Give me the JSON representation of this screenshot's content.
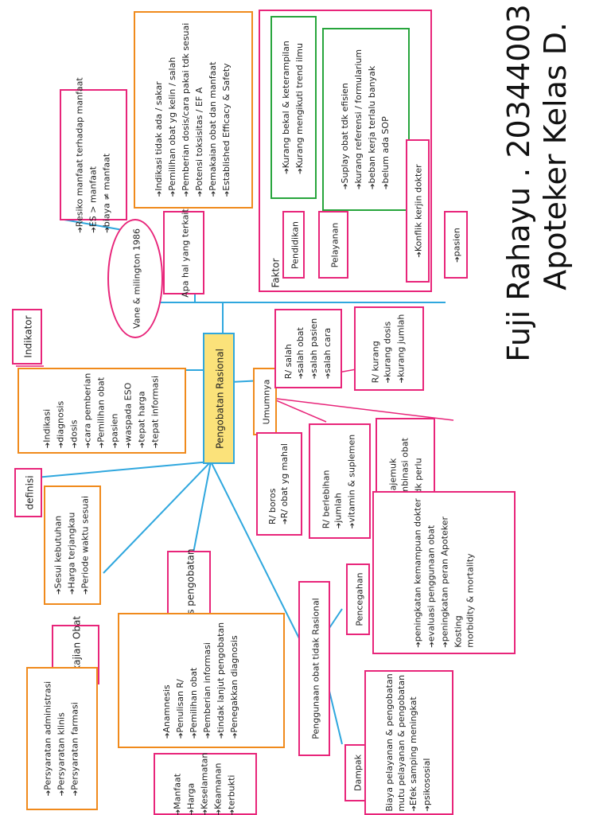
{
  "author": {
    "name": "Fuji Rahayu",
    "id": "20344003",
    "program": "Apoteker Kelas D."
  },
  "central": "Pengobatan Rasional",
  "indikator": {
    "label": "Indikator",
    "items": [
      "Indikasi",
      "diagnosis",
      "dosis",
      "cara pemberian",
      "Pemilihan obat",
      "pasien",
      "waspada ESO",
      "tepat harga",
      "tepat informasi"
    ]
  },
  "definisi": {
    "label": "definisi",
    "items": [
      "Sesui kebutuhan",
      "Harga terjangkau",
      "Periode waktu sesuai"
    ]
  },
  "pengkajian": {
    "label": "Pengkajian Obat",
    "items": [
      "Persyaratan administrasi",
      "Persyaratan klinis",
      "Persyaratan farmasi"
    ]
  },
  "proses": {
    "label": "Proses pengobatan",
    "items": [
      "Anamnesis",
      "Penulisan R/",
      "Pemilihan obat",
      "Pemberian informasi",
      "tindak lanjut pengobatan",
      "Penegakkan diagnosis"
    ],
    "sub": [
      "Manfaat",
      "Harga",
      "Keselamatan",
      "Keamanan",
      "terbukti"
    ]
  },
  "vane": {
    "label": "Vane & milington 1986",
    "items": [
      "Resiko manfaat terhadap manfaat",
      "ES > manfaat",
      "biaya ≠ manfaat"
    ]
  },
  "hal_terkait": {
    "label": "Apa hal yang terkait",
    "items": [
      "Indikasi tidak ada / sakar",
      "Pemilihan obat yg kelin / salah",
      "Pemberian dosis/cara pakai tdk sesuai",
      "Potensi toksisitas / EF A",
      "Pemakaian obat dan manfaat",
      "Established Efficacy & Safety"
    ]
  },
  "faktor": {
    "label": "Faktor",
    "pendidikan": {
      "label": "Pendidikan",
      "items": [
        "Kurang bekal & keterampilan",
        "Kurang mengikuti trend ilmu"
      ]
    },
    "pelayanan": {
      "label": "Pelayanan",
      "items": [
        "Suplay obat tdk efisien",
        "kurang referensi / formularium",
        "beban kerja terlalu banyak",
        "belum ada SOP"
      ]
    },
    "konflik": {
      "label": "Konflik kerjin dokter"
    },
    "pasien": {
      "label": "pasien"
    }
  },
  "umumnya": {
    "label": "Umumnya",
    "salah": [
      "R/ salah",
      "salah obat",
      "salah pasien",
      "salah cara"
    ],
    "kurang": [
      "R/ kurang",
      "kurang dosis",
      "kurang jumlah"
    ],
    "boros": [
      "R/ boros",
      "R/ obat yg mahal"
    ],
    "berlebihan": [
      "R/ berlebihan",
      "jumlah",
      "vitamin & suplemen"
    ],
    "majemuk": [
      "R/ majemuk",
      "kombinasi obat",
      "yg tdk perlu"
    ]
  },
  "tidak_rasional": {
    "label": "Penggunaan obat tidak Rasional",
    "pencegahan": {
      "label": "Pencegahan",
      "items": [
        "peningkatan kemampuan dokter",
        "evaluasi penggunaan obat",
        "peningkatan peran Apoteker",
        "Kosting",
        "morbidity & mortality"
      ]
    },
    "dampak": {
      "label": "Dampak",
      "items": [
        "Biaya pelayanan & pengobatan",
        "mutu pelayanan & pengobatan",
        "Efek samping meningkat",
        "psikososial"
      ]
    }
  },
  "colors": {
    "pink": "#e8257a",
    "orange": "#f08a1c",
    "green": "#27a53c",
    "blue": "#2fa7de",
    "yellow": "#fbe27a"
  }
}
